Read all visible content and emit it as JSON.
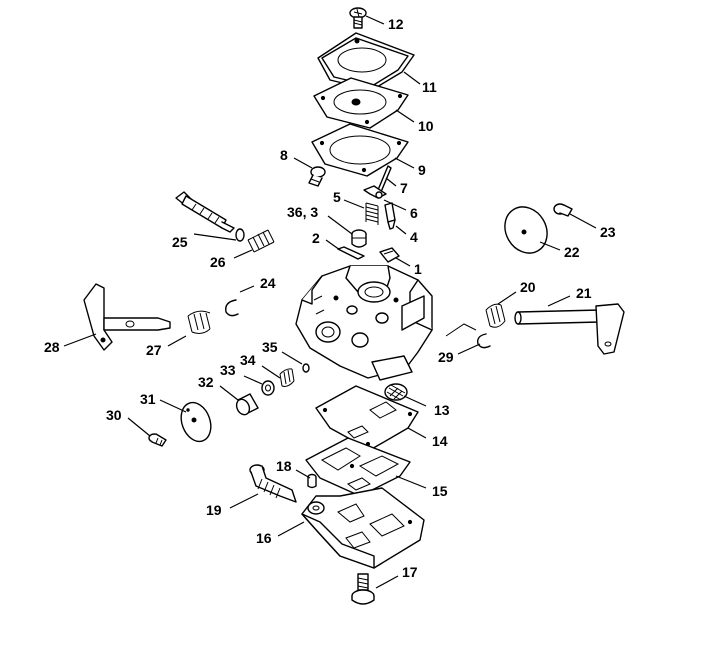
{
  "callouts": [
    {
      "id": "p12",
      "text": "12"
    },
    {
      "id": "p11",
      "text": "11"
    },
    {
      "id": "p10",
      "text": "10"
    },
    {
      "id": "p9",
      "text": "9"
    },
    {
      "id": "p8",
      "text": "8"
    },
    {
      "id": "p7",
      "text": "7"
    },
    {
      "id": "p5",
      "text": "5"
    },
    {
      "id": "p6",
      "text": "6"
    },
    {
      "id": "p36_3",
      "text": "36, 3"
    },
    {
      "id": "p4",
      "text": "4"
    },
    {
      "id": "p2",
      "text": "2"
    },
    {
      "id": "p1",
      "text": "1"
    },
    {
      "id": "p25",
      "text": "25"
    },
    {
      "id": "p26",
      "text": "26"
    },
    {
      "id": "p24",
      "text": "24"
    },
    {
      "id": "p28",
      "text": "28"
    },
    {
      "id": "p27",
      "text": "27"
    },
    {
      "id": "p23",
      "text": "23"
    },
    {
      "id": "p22",
      "text": "22"
    },
    {
      "id": "p20",
      "text": "20"
    },
    {
      "id": "p21",
      "text": "21"
    },
    {
      "id": "p29",
      "text": "29"
    },
    {
      "id": "p35",
      "text": "35"
    },
    {
      "id": "p34",
      "text": "34"
    },
    {
      "id": "p33",
      "text": "33"
    },
    {
      "id": "p32",
      "text": "32"
    },
    {
      "id": "p31",
      "text": "31"
    },
    {
      "id": "p30",
      "text": "30"
    },
    {
      "id": "p13",
      "text": "13"
    },
    {
      "id": "p14",
      "text": "14"
    },
    {
      "id": "p18",
      "text": "18"
    },
    {
      "id": "p15",
      "text": "15"
    },
    {
      "id": "p19",
      "text": "19"
    },
    {
      "id": "p16",
      "text": "16"
    },
    {
      "id": "p17",
      "text": "17"
    }
  ]
}
